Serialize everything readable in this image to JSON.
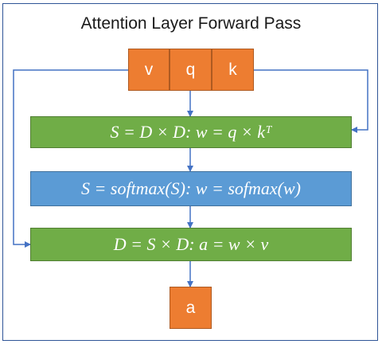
{
  "title": "Attention Layer Forward Pass",
  "inputs": {
    "v": "v",
    "q": "q",
    "k": "k"
  },
  "steps": [
    {
      "label": "S = D × D:  w = q × kᵀ",
      "color": "#70ad47"
    },
    {
      "label": "S = softmax(S):   w = sofmax(w)",
      "color": "#5b9bd5"
    },
    {
      "label": "D = S  × D: a = w × v",
      "color": "#70ad47"
    }
  ],
  "output": {
    "a": "a"
  },
  "colors": {
    "input": "#ed7d31",
    "arrow": "#4472c4",
    "border": "#2f5597"
  }
}
